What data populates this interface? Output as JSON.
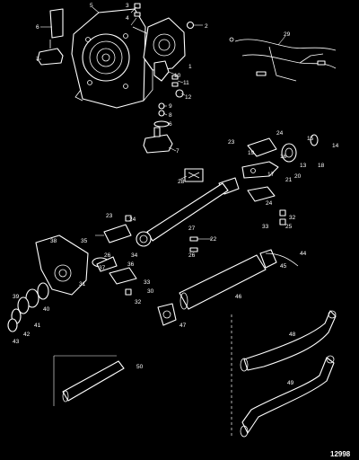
{
  "figure_id": "12998",
  "callouts": {
    "c1": "1",
    "c2": "2",
    "c3": "3",
    "c4": "4",
    "c5": "5",
    "c6": "6",
    "c7": "7",
    "c7b": "7",
    "c8": "8",
    "c9": "9",
    "c10": "10",
    "c11": "11",
    "c12": "12",
    "c13": "13",
    "c14": "14",
    "c15": "15",
    "c16": "16",
    "c17": "17",
    "c18": "18",
    "c19": "19",
    "c20": "20",
    "c21": "21",
    "c22": "22",
    "c23": "23",
    "c23b": "23",
    "c24": "24",
    "c24b": "24",
    "c25": "25",
    "c26": "26",
    "c27": "27",
    "c28": "28",
    "c29": "29",
    "c30": "30",
    "c30b": "30",
    "c31": "31",
    "c32": "32",
    "c32b": "32",
    "c33": "33",
    "c33b": "33",
    "c34": "34",
    "c35": "35",
    "c36": "36",
    "c37": "37",
    "c38": "38",
    "c39": "39",
    "c40": "40",
    "c41": "41",
    "c42": "42",
    "c43": "43",
    "c44": "44",
    "c45": "45",
    "c46": "46",
    "c47": "47",
    "c48": "48",
    "c49": "49",
    "c50": "50"
  }
}
